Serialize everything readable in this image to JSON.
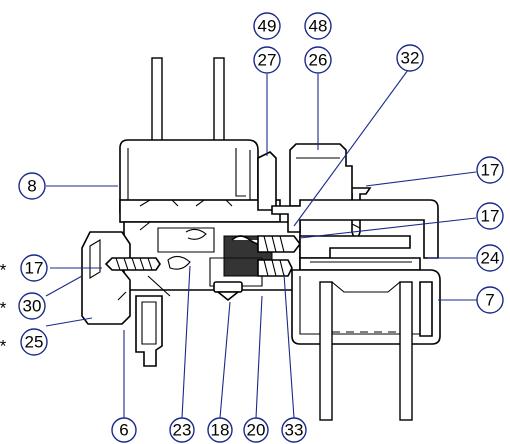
{
  "callouts": [
    {
      "id": "c49",
      "label": "49",
      "star": ""
    },
    {
      "id": "c27",
      "label": "27",
      "star": ""
    },
    {
      "id": "c48",
      "label": "48",
      "star": ""
    },
    {
      "id": "c26",
      "label": "26",
      "star": ""
    },
    {
      "id": "c32",
      "label": "32",
      "star": ""
    },
    {
      "id": "c8",
      "label": "8",
      "star": ""
    },
    {
      "id": "c17a",
      "label": "17",
      "star": ""
    },
    {
      "id": "c17b",
      "label": "17",
      "star": ""
    },
    {
      "id": "c24",
      "label": "24",
      "star": ""
    },
    {
      "id": "c7",
      "label": "7",
      "star": ""
    },
    {
      "id": "c17c",
      "label": "17",
      "star": "*"
    },
    {
      "id": "c30",
      "label": "30",
      "star": "*"
    },
    {
      "id": "c25",
      "label": "25",
      "star": "*"
    },
    {
      "id": "c6",
      "label": "6",
      "star": ""
    },
    {
      "id": "c23",
      "label": "23",
      "star": ""
    },
    {
      "id": "c18",
      "label": "18",
      "star": ""
    },
    {
      "id": "c20",
      "label": "20",
      "star": ""
    },
    {
      "id": "c33",
      "label": "33",
      "star": ""
    }
  ],
  "colors": {
    "leader": "#1a2a8c",
    "outline": "#000000"
  }
}
